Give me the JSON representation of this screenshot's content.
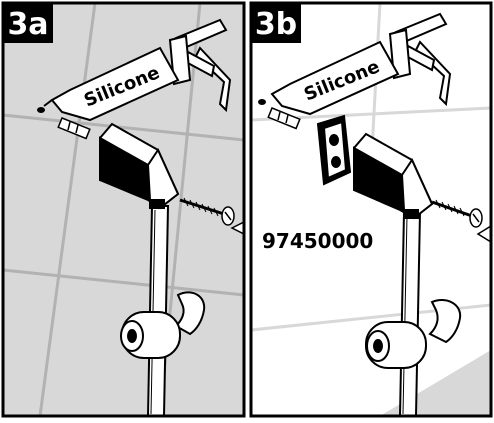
{
  "panels": [
    {
      "label": "3a",
      "tube_text": "Silicone"
    },
    {
      "label": "3b",
      "tube_text": "Silicone",
      "part_number": "97450000"
    }
  ],
  "colors": {
    "tile_bg": "#d8d8d8",
    "grout": "#b2b2b2",
    "label_bg": "#000000",
    "label_text": "#ffffff",
    "line": "#000000",
    "fill_white": "#ffffff"
  }
}
